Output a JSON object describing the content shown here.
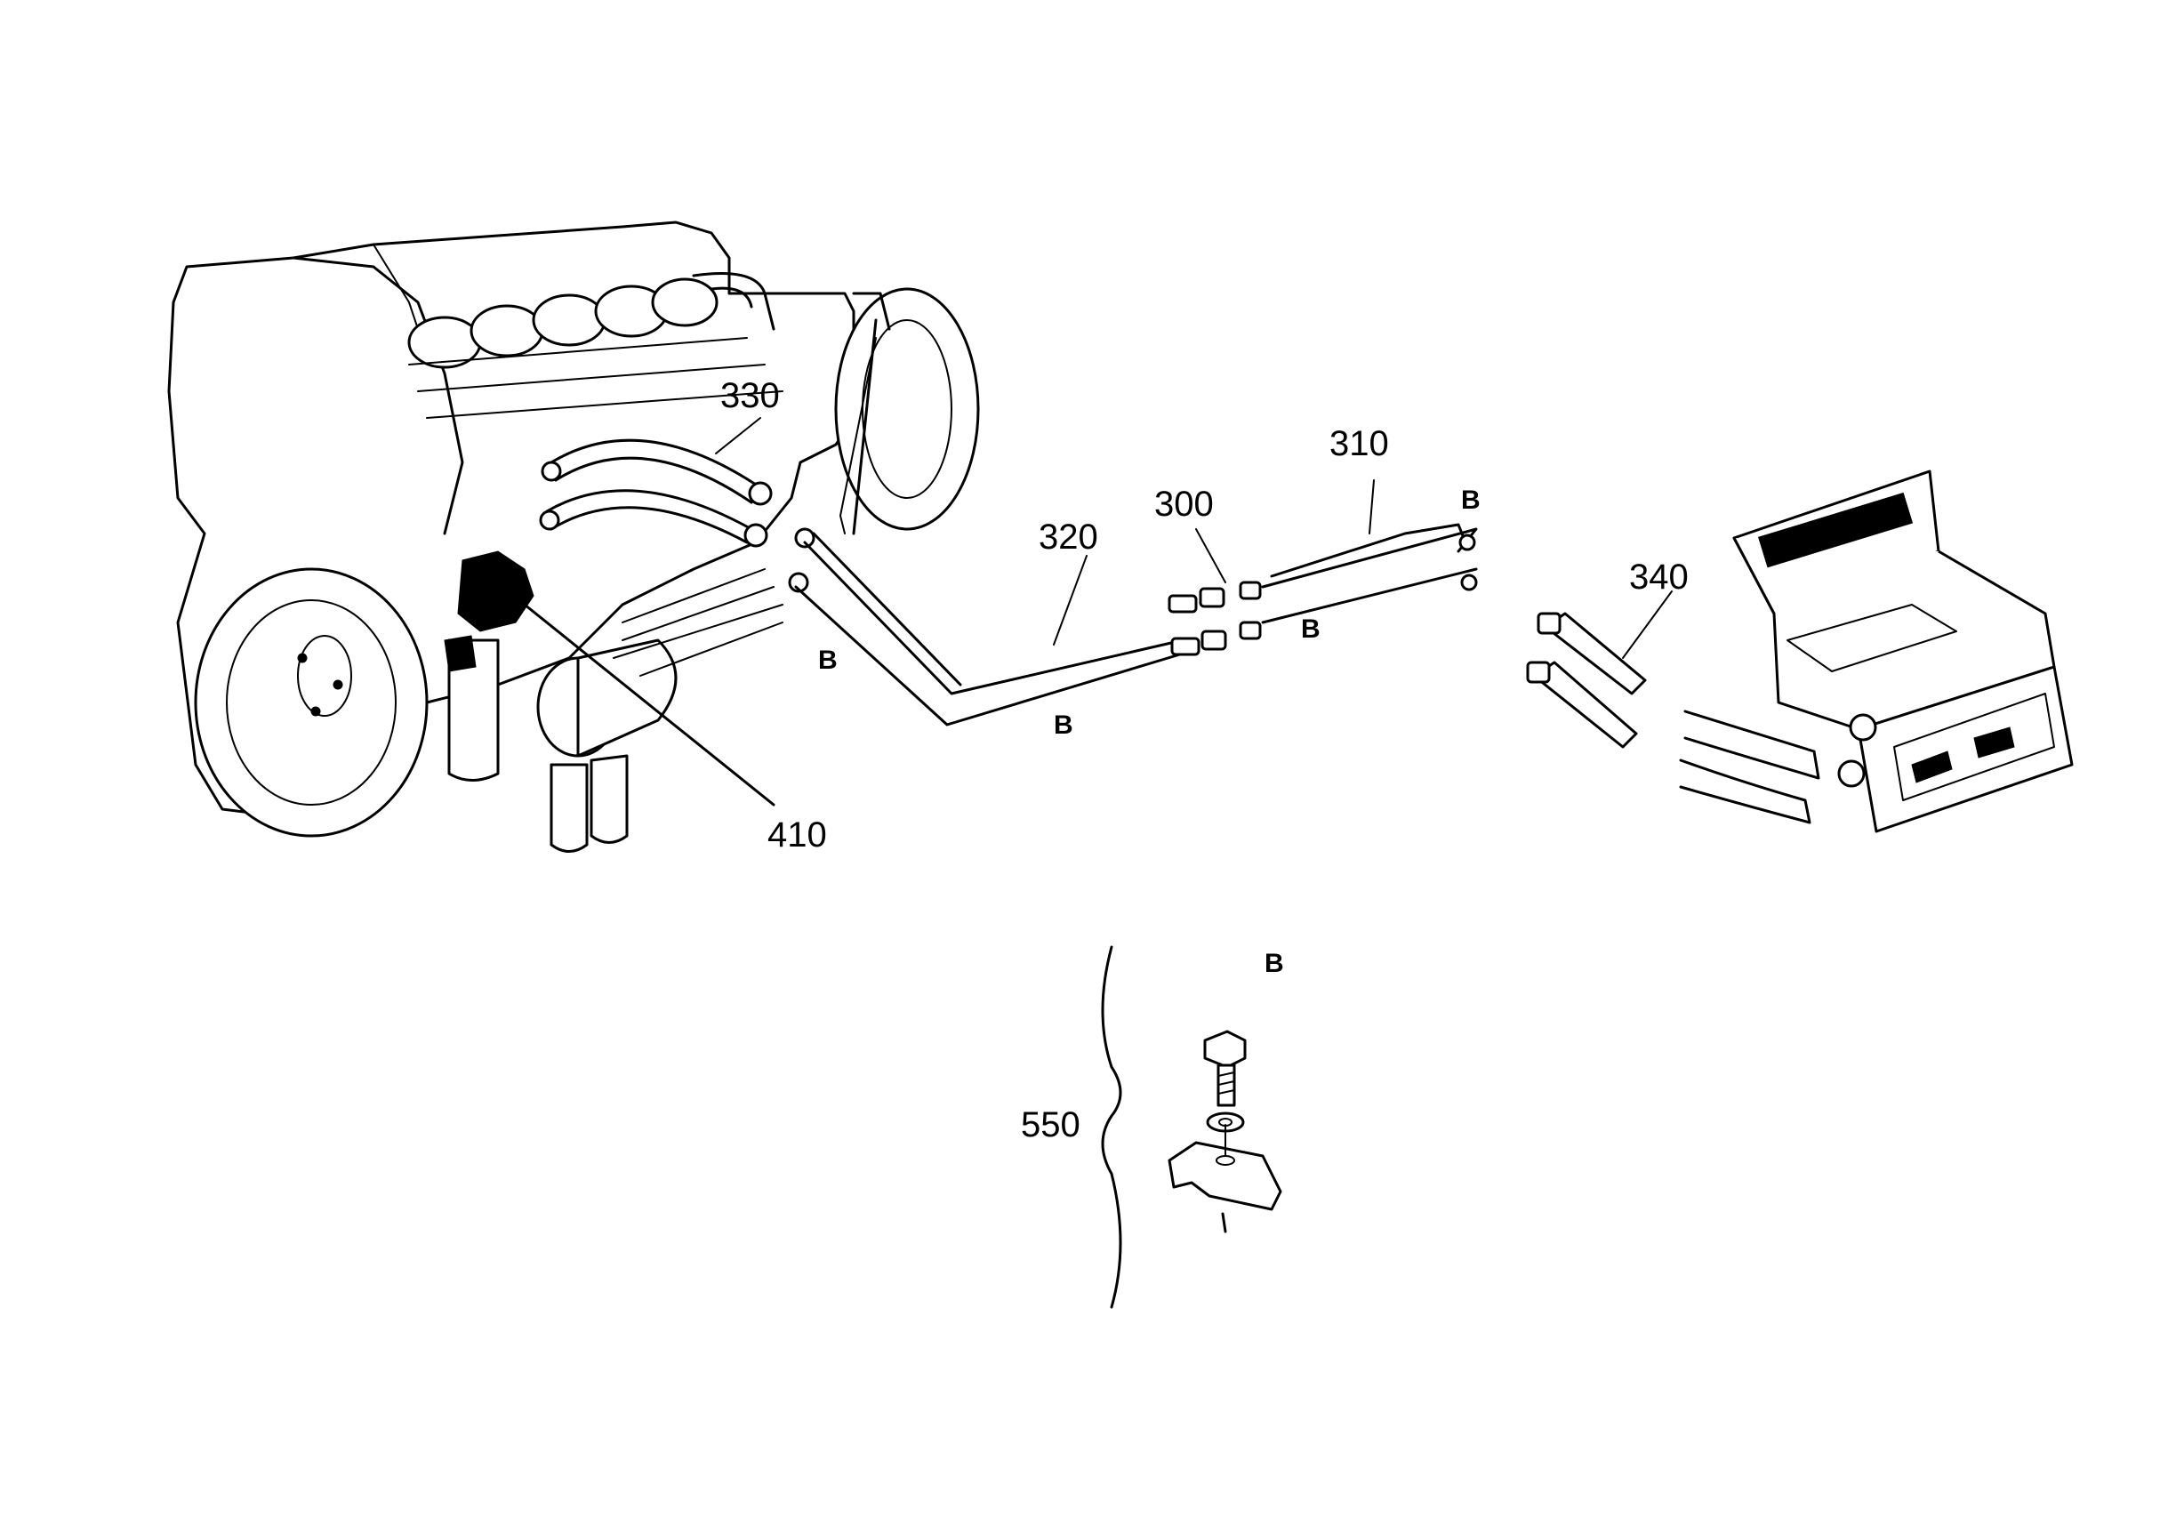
{
  "callouts": {
    "c300": "300",
    "c310": "310",
    "c320": "320",
    "c330": "330",
    "c340": "340",
    "c410": "410",
    "c550": "550"
  },
  "detail_marks": {
    "b1": "B",
    "b2": "B",
    "b3": "B",
    "b4": "B",
    "b5": "B"
  }
}
